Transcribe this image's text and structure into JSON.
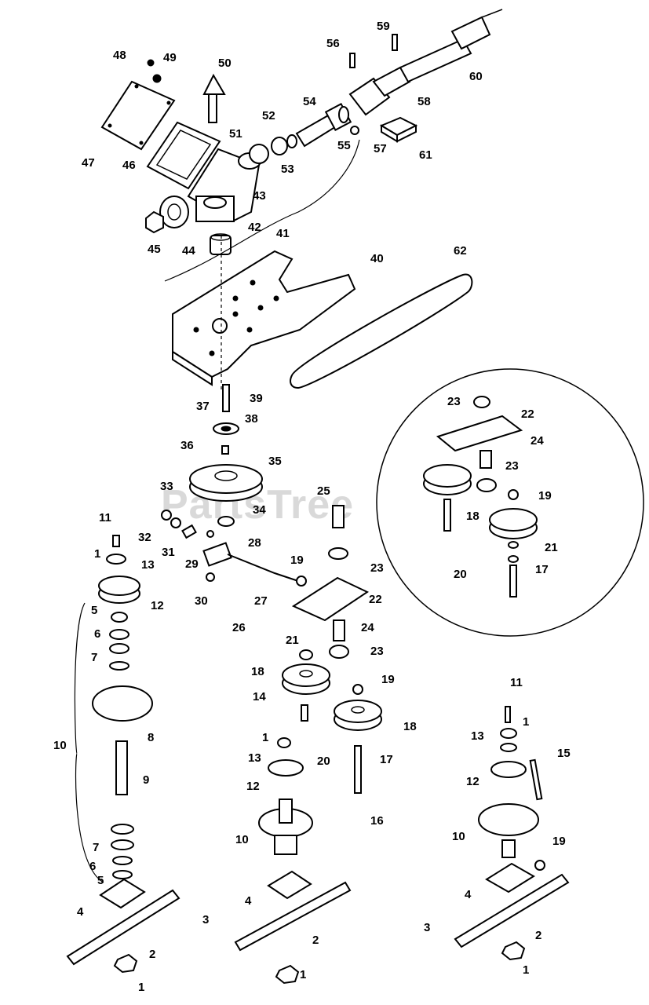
{
  "watermark": "PartsTree",
  "callouts": [
    "1",
    "2",
    "3",
    "4",
    "5",
    "6",
    "7",
    "8",
    "9",
    "10",
    "11",
    "12",
    "13",
    "14",
    "15",
    "16",
    "17",
    "18",
    "19",
    "20",
    "21",
    "22",
    "23",
    "24",
    "25",
    "26",
    "27",
    "28",
    "29",
    "30",
    "31",
    "32",
    "33",
    "34",
    "35",
    "36",
    "37",
    "38",
    "39",
    "40",
    "41",
    "42",
    "43",
    "44",
    "45",
    "46",
    "47",
    "48",
    "49",
    "50",
    "51",
    "52",
    "53",
    "54",
    "55",
    "56",
    "57",
    "58",
    "59",
    "60",
    "61",
    "62"
  ]
}
